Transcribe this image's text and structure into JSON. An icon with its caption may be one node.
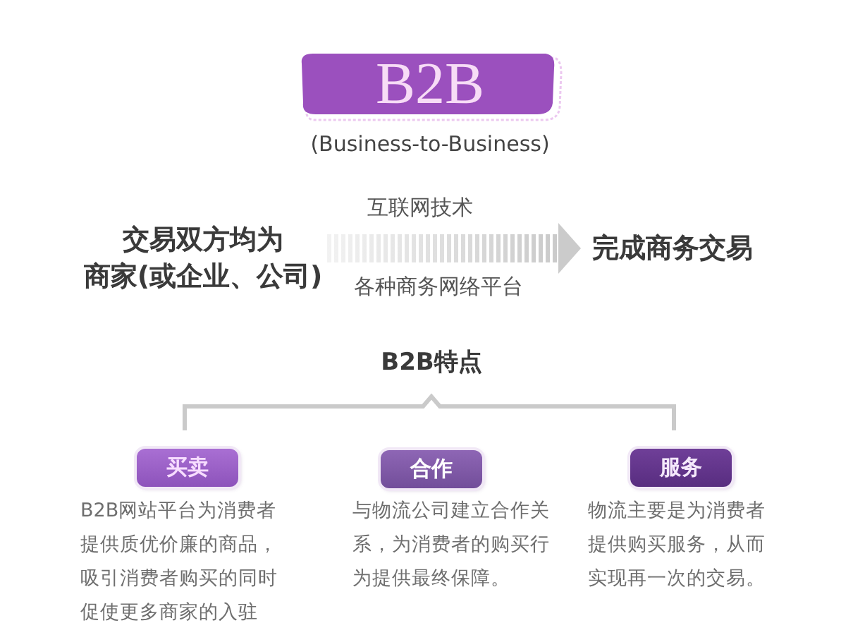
{
  "diagram": {
    "nodes": [
      {
        "text": [
          "B2B"
        ],
        "beside": [
          "(Business-to-Business)"
        ]
      },
      {
        "text": [
          "交易双方均为商家(或企业、公司)"
        ]
      },
      {
        "text": [
          "完成商务交易"
        ]
      },
      {
        "text": [
          "买卖"
        ],
        "beside": [
          "B2B网站平台为消费者提供质优价廉的商品，吸引消费者购买的同时促使更多商家的入驻"
        ]
      },
      {
        "text": [
          "合作"
        ],
        "beside": [
          "与物流公司建立合作关系，为消费者的购买行为提供最终保障。"
        ]
      },
      {
        "text": [
          "服务"
        ],
        "beside": [
          "物流主要是为消费者提供购买服务，从而实现再一次的交易。"
        ]
      }
    ],
    "edges": [
      {
        "from": 1,
        "to": 2,
        "arrow": "to",
        "label": "互联网技术",
        "style": "thick"
      }
    ],
    "labels": [
      "各种商务网络平台",
      "B2B特点"
    ]
  }
}
